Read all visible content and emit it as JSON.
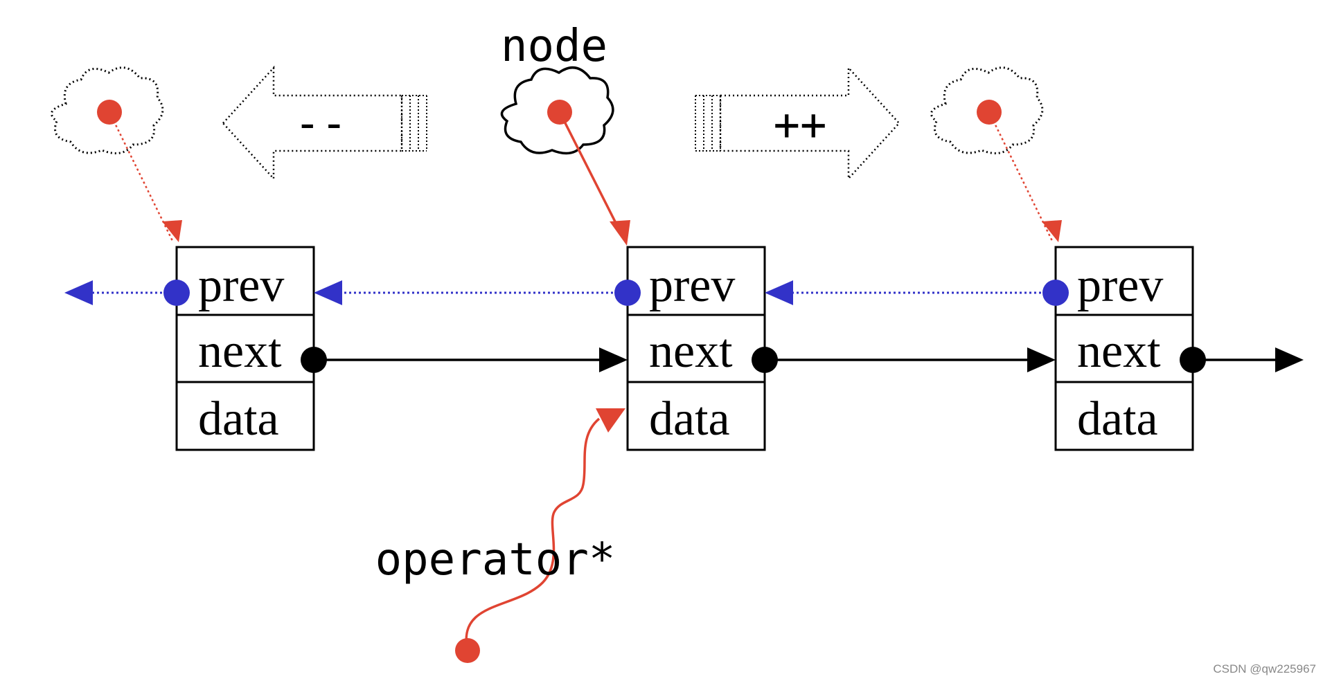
{
  "labels": {
    "node": "node",
    "operator": "operator*",
    "decrement": "--",
    "increment": "++"
  },
  "nodes": [
    {
      "fields": [
        "prev",
        "next",
        "data"
      ]
    },
    {
      "fields": [
        "prev",
        "next",
        "data"
      ]
    },
    {
      "fields": [
        "prev",
        "next",
        "data"
      ]
    }
  ],
  "watermark": "CSDN @qw225967",
  "colors": {
    "pointer_red": "#e04432",
    "prev_blue": "#3232c8",
    "next_black": "#000000"
  }
}
